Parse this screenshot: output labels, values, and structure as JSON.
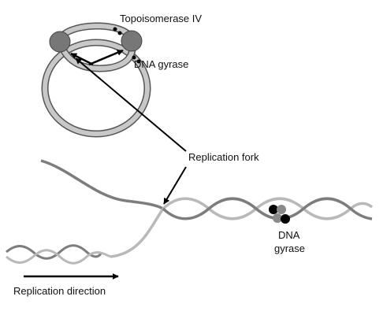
{
  "labels": {
    "topoisomerase": "Topoisomerase IV",
    "dna_gyrase_top": "DNA gyrase",
    "replication_fork": "Replication fork",
    "dna_gyrase_bottom_line1": "DNA",
    "dna_gyrase_bottom_line2": "gyrase",
    "replication_direction": "Replication direction"
  },
  "colors": {
    "dark_strand": "#7d7d7d",
    "light_strand": "#b9b9b9",
    "ring_outline": "#555555",
    "ring_fill": "#c8c8c8",
    "fork_node": "#777777",
    "enzyme_black": "#000000",
    "enzyme_gray": "#8a8a8a",
    "arrow": "#000000"
  }
}
